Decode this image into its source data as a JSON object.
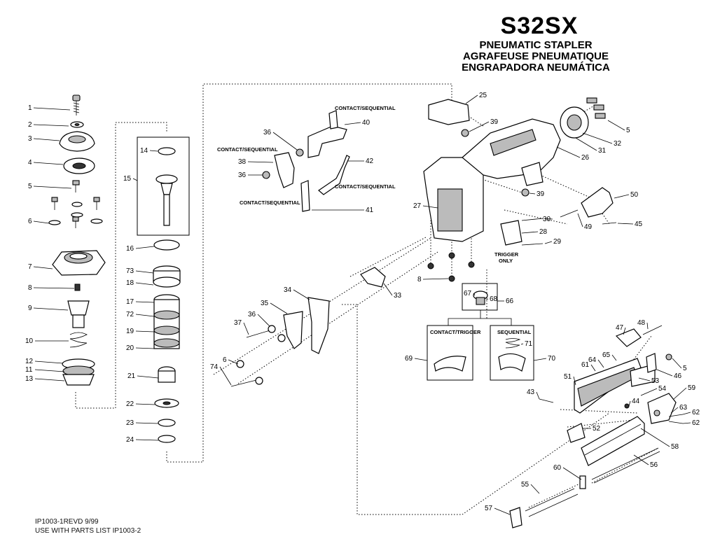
{
  "header": {
    "model": "S32SX",
    "title_en": "PNEUMATIC STAPLER",
    "title_fr": "AGRAFEUSE PNEUMATIQUE",
    "title_es": "ENGRAPADORA NEUMÁTICA"
  },
  "footer": {
    "doc_ref": "IP1003-1REVD  9/99",
    "parts_list_ref": "USE WITH PARTS LIST IP1003-2"
  },
  "annotations": {
    "contact_sequential": "CONTACT/SEQUENTIAL",
    "trigger_only_1": "TRIGGER",
    "trigger_only_2": "ONLY",
    "contact_trigger_box": "CONTACT/TRIGGER",
    "sequential_box": "SEQUENTIAL"
  },
  "part_callouts": {
    "left_column": [
      "1",
      "2",
      "3",
      "4",
      "5",
      "6",
      "7",
      "8",
      "9",
      "10",
      "12",
      "11",
      "13"
    ],
    "cylinder_column": [
      "14",
      "15",
      "16",
      "73",
      "18",
      "17",
      "72",
      "19",
      "20",
      "21",
      "22",
      "23",
      "24"
    ],
    "valve_group": [
      "36",
      "38",
      "36",
      "40",
      "42",
      "41"
    ],
    "head_group": [
      "25",
      "39",
      "5",
      "32",
      "31",
      "26",
      "39",
      "27",
      "30",
      "28",
      "29",
      "50",
      "49",
      "45",
      "8",
      "33"
    ],
    "trigger_group": [
      "34",
      "35",
      "36",
      "37",
      "6",
      "74"
    ],
    "valve_kit": [
      "67",
      "68",
      "66",
      "69",
      "71",
      "70"
    ],
    "magazine_group": [
      "47",
      "48",
      "46",
      "5",
      "51",
      "65",
      "64",
      "61",
      "53",
      "54",
      "59",
      "44",
      "63",
      "62",
      "62",
      "43",
      "52",
      "58",
      "56",
      "60",
      "55",
      "57"
    ]
  }
}
